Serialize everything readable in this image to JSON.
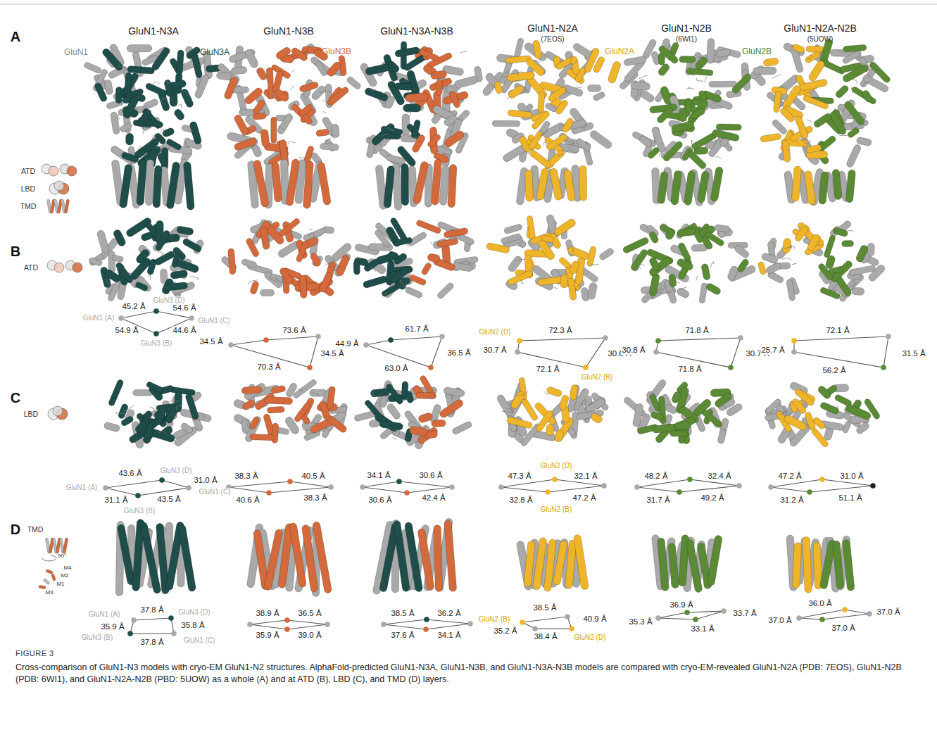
{
  "diagram": {
    "title": "FIGURE 3",
    "caption": "Cross-comparison of GluN1-N3 models with cryo-EM GluN1-N2 structures. AlphaFold-predicted GluN1-N3A, GluN1-N3B, and GluN1-N3A-N3B models are compared with cryo-EM-revealed GluN1-N2A (PDB: 7EOS), GluN1-N2B (PDB: 6WI1), and GluN1-N2A-N2B (PBD: 5UOW) as a whole (A) and at ATD (B), LBD (C), and TMD (D) layers.",
    "labels": [
      "A",
      "GluN1-N3A",
      "GluN1-N3B",
      "GluN1-N3A-N3B",
      "GluN1-N2A",
      "(7EOS)",
      "GluN1-N2B",
      "(6WI1)",
      "GluN1-N2A-N2B",
      "(5UOW)",
      "GluN1",
      "GluN3A",
      "GluN3B",
      "GluN2A",
      "GluN2B",
      "ATD",
      "LBD",
      "TMD",
      "B",
      "ATD",
      "45.2 Å",
      "GluN3 (D)",
      "GluN1 (A)",
      "54.6 Å",
      "GluN1 (C)",
      "54.9 Å",
      "44.6 Å",
      "GluN3 (B)",
      "34.5 Å",
      "73.6 Å",
      "34.5 Å",
      "70.3 Å",
      "44.9 Å",
      "61.7 Å",
      "36.5 Å",
      "63.0 Å",
      "GluN2 (D)",
      "72.3 Å",
      "30.7 Å",
      "30.6 Å",
      "72.1 Å",
      "GluN2 (B)",
      "71.8 Å",
      "30.8 Å",
      "30.7 Å",
      "71.8 Å",
      "72.1 Å",
      "25.7 Å",
      "31.5 Å",
      "56.2 Å",
      "C",
      "LBD",
      "43.6 Å",
      "GluN3 (D)",
      "31.0 Å",
      "GluN1 (A)",
      "GluN1 (C)",
      "31.1 Å",
      "43.5 Å",
      "GluN3 (B)",
      "38.3 Å",
      "40.5 Å",
      "40.6 Å",
      "38.3 Å",
      "34.1 Å",
      "30.6 Å",
      "30.6 Å",
      "42.4 Å",
      "GluN2 (D)",
      "47.3 Å",
      "32.1 Å",
      "32.8 Å",
      "47.2 Å",
      "GluN2 (B)",
      "48.2 Å",
      "32.4 Å",
      "31.7 Å",
      "49.2 Å",
      "47.2 Å",
      "31.0 Å",
      "31.2 Å",
      "51.1 Å",
      "D",
      "TMD",
      "90°",
      "M4",
      "M2",
      "M1",
      "M3",
      "37.8 Å",
      "GluN1 (A)",
      "GluN3 (D)",
      "35.9 Å",
      "35.8 Å",
      "GluN3 (B)",
      "37.8 Å",
      "GluN1 (C)",
      "38.9 Å",
      "36.5 Å",
      "35.9 Å",
      "39.0 Å",
      "38.5 Å",
      "36.2 Å",
      "37.6 Å",
      "34.1 Å",
      "38.5 Å",
      "GluN2 (B)",
      "40.9 Å",
      "35.2 Å",
      "38.4 Å",
      "GluN2 (D)",
      "36.9 Å",
      "33.7 Å",
      "35.3 Å",
      "33.1 Å",
      "36.0 Å",
      "37.0 Å",
      "37.0 Å",
      "37.0 Å"
    ]
  }
}
